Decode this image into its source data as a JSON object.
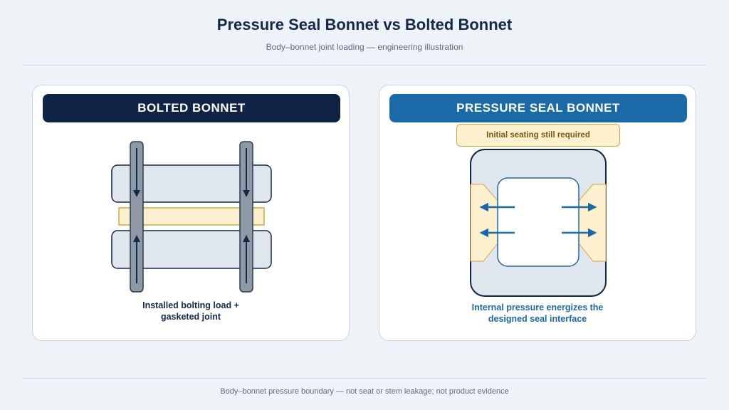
{
  "header": {
    "title": "Pressure Seal Bonnet vs Bolted Bonnet",
    "subtitle": "Body–bonnet joint loading — engineering illustration"
  },
  "left_panel": {
    "heading": "BOLTED BONNET",
    "caption_line1": "Installed bolting load +",
    "caption_line2": "gasketed joint"
  },
  "right_panel": {
    "heading": "PRESSURE SEAL BONNET",
    "note": "Initial seating still required",
    "caption_line1": "Internal pressure energizes the",
    "caption_line2": "designed seal interface"
  },
  "footer": {
    "text": "Body–bonnet pressure boundary — not seat or stem leakage; not product evidence"
  },
  "colors": {
    "navy": "#0f2444",
    "blue": "#1a6aa8",
    "flange_fill": "#dfe6ee",
    "gasket_fill": "#fdf0cf",
    "gasket_stroke": "#d9a63c",
    "bolt_fill": "#8e99a6"
  }
}
